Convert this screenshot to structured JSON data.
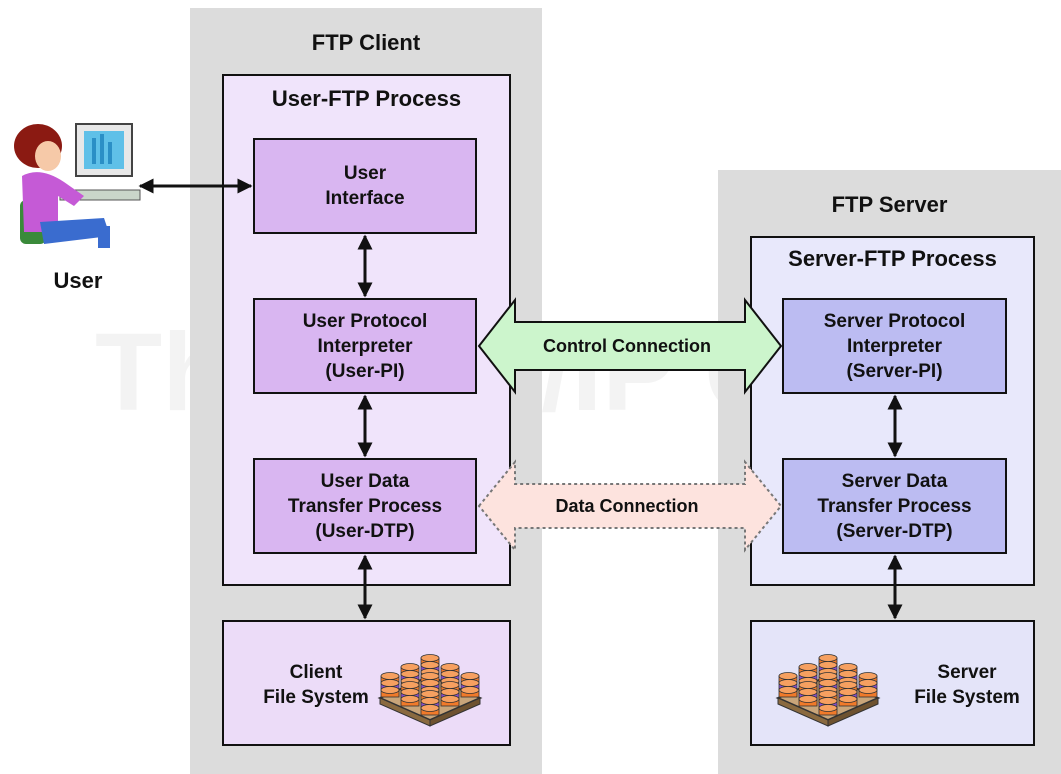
{
  "client": {
    "title": "FTP Client",
    "process_title": "User-FTP Process",
    "user_interface": "User\nInterface",
    "user_pi": "User Protocol\nInterpreter\n(User-PI)",
    "user_dtp": "User Data\nTransfer Process\n(User-DTP)",
    "file_system": "Client\nFile System"
  },
  "server": {
    "title": "FTP Server",
    "process_title": "Server-FTP Process",
    "server_pi": "Server Protocol\nInterpreter\n(Server-PI)",
    "server_dtp": "Server Data\nTransfer Process\n(Server-DTP)",
    "file_system": "Server\nFile System"
  },
  "user_label": "User",
  "connections": {
    "control": "Control Connection",
    "data": "Data Connection"
  },
  "watermark": "The TCP/IP Guide",
  "colors": {
    "panel": "#dcdcdc",
    "client_box": "#d9b6f1",
    "server_box": "#bcbcf2",
    "control_arrow": "#ccf5cc",
    "data_arrow": "#fde3de"
  }
}
